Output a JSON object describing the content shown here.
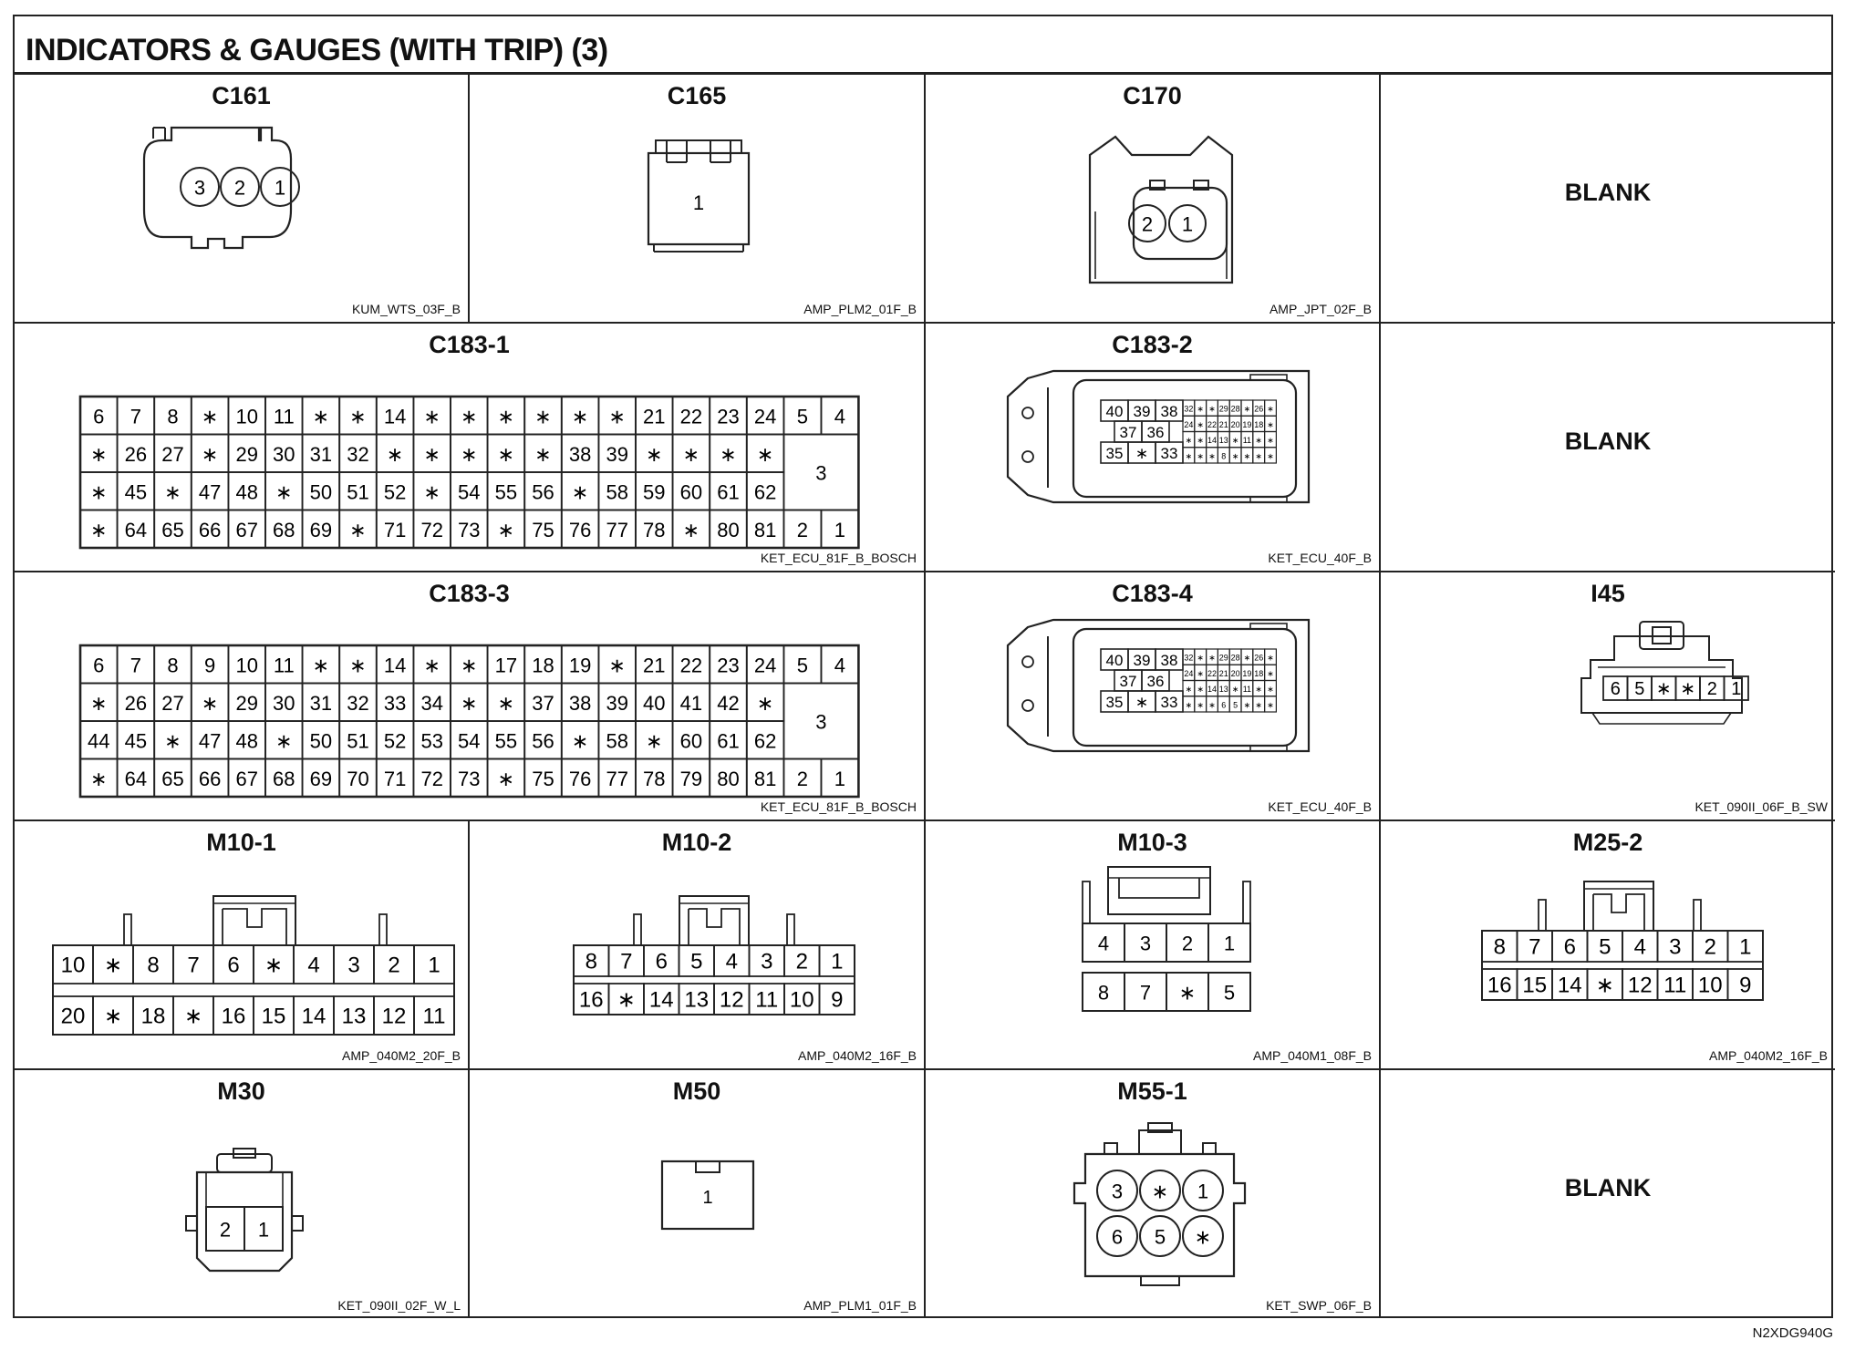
{
  "title": "INDICATORS & GAUGES (WITH TRIP) (3)",
  "footer_code": "N2XDG940G",
  "connectors": {
    "C161": {
      "name": "C161",
      "code": "KUM_WTS_03F_B",
      "pins": [
        "3",
        "2",
        "1"
      ]
    },
    "C165": {
      "name": "C165",
      "code": "AMP_PLM2_01F_B",
      "pins": [
        "1"
      ]
    },
    "C170": {
      "name": "C170",
      "code": "AMP_JPT_02F_B",
      "pins": [
        "2",
        "1"
      ]
    },
    "C183_1": {
      "name": "C183-1",
      "code": "KET_ECU_81F_B_BOSCH",
      "rows": [
        [
          "6",
          "7",
          "8",
          "*",
          "10",
          "11",
          "*",
          "*",
          "14",
          "*",
          "*",
          "*",
          "*",
          "*",
          "*",
          "21",
          "22",
          "23",
          "24"
        ],
        [
          "*",
          "26",
          "27",
          "*",
          "29",
          "30",
          "31",
          "32",
          "*",
          "*",
          "*",
          "*",
          "*",
          "38",
          "39",
          "*",
          "*",
          "*",
          "*"
        ],
        [
          "*",
          "45",
          "*",
          "47",
          "48",
          "*",
          "50",
          "51",
          "52",
          "*",
          "54",
          "55",
          "56",
          "*",
          "58",
          "59",
          "60",
          "61",
          "62"
        ],
        [
          "*",
          "64",
          "65",
          "66",
          "67",
          "68",
          "69",
          "*",
          "71",
          "72",
          "73",
          "*",
          "75",
          "76",
          "77",
          "78",
          "*",
          "80",
          "81"
        ]
      ],
      "side": {
        "top": [
          "5",
          "4"
        ],
        "mid": "3",
        "bottom": [
          "2",
          "1"
        ]
      }
    },
    "C183_2": {
      "name": "C183-2",
      "code": "KET_ECU_40F_B",
      "big": [
        [
          "40",
          "39",
          "38"
        ],
        [
          "37",
          "36"
        ],
        [
          "35",
          "*",
          "33"
        ]
      ],
      "small": [
        [
          "32",
          "*",
          "*",
          "29",
          "28",
          "*",
          "26",
          "*"
        ],
        [
          "24",
          "*",
          "22",
          "21",
          "20",
          "19",
          "18",
          "*"
        ],
        [
          "*",
          "*",
          "14",
          "13",
          "*",
          "11",
          "*",
          "*"
        ],
        [
          "*",
          "*",
          "*",
          "8",
          "*",
          "*",
          "*",
          "*"
        ]
      ]
    },
    "C183_3": {
      "name": "C183-3",
      "code": "KET_ECU_81F_B_BOSCH",
      "rows": [
        [
          "6",
          "7",
          "8",
          "9",
          "10",
          "11",
          "*",
          "*",
          "14",
          "*",
          "*",
          "17",
          "18",
          "19",
          "*",
          "21",
          "22",
          "23",
          "24"
        ],
        [
          "*",
          "26",
          "27",
          "*",
          "29",
          "30",
          "31",
          "32",
          "33",
          "34",
          "*",
          "*",
          "37",
          "38",
          "39",
          "40",
          "41",
          "42",
          "*"
        ],
        [
          "44",
          "45",
          "*",
          "47",
          "48",
          "*",
          "50",
          "51",
          "52",
          "53",
          "54",
          "55",
          "56",
          "*",
          "58",
          "*",
          "60",
          "61",
          "62"
        ],
        [
          "*",
          "64",
          "65",
          "66",
          "67",
          "68",
          "69",
          "70",
          "71",
          "72",
          "73",
          "*",
          "75",
          "76",
          "77",
          "78",
          "79",
          "80",
          "81"
        ]
      ],
      "side": {
        "top": [
          "5",
          "4"
        ],
        "mid": "3",
        "bottom": [
          "2",
          "1"
        ]
      }
    },
    "C183_4": {
      "name": "C183-4",
      "code": "KET_ECU_40F_B",
      "big": [
        [
          "40",
          "39",
          "38"
        ],
        [
          "37",
          "36"
        ],
        [
          "35",
          "*",
          "33"
        ]
      ],
      "small": [
        [
          "32",
          "*",
          "*",
          "29",
          "28",
          "*",
          "26",
          "*"
        ],
        [
          "24",
          "*",
          "22",
          "21",
          "20",
          "19",
          "18",
          "*"
        ],
        [
          "*",
          "*",
          "14",
          "13",
          "*",
          "11",
          "*",
          "*"
        ],
        [
          "*",
          "*",
          "*",
          "6",
          "5",
          "*",
          "*",
          "*"
        ]
      ]
    },
    "I45": {
      "name": "I45",
      "code": "KET_090II_06F_B_SW",
      "pins": [
        "6",
        "5",
        "*",
        "*",
        "2",
        "1"
      ]
    },
    "M10_1": {
      "name": "M10-1",
      "code": "AMP_040M2_20F_B",
      "rows": [
        [
          "10",
          "*",
          "8",
          "7",
          "6",
          "*",
          "4",
          "3",
          "2",
          "1"
        ],
        [
          "20",
          "*",
          "18",
          "*",
          "16",
          "15",
          "14",
          "13",
          "12",
          "11"
        ]
      ]
    },
    "M10_2": {
      "name": "M10-2",
      "code": "AMP_040M2_16F_B",
      "rows": [
        [
          "8",
          "7",
          "6",
          "5",
          "4",
          "3",
          "2",
          "1"
        ],
        [
          "16",
          "*",
          "14",
          "13",
          "12",
          "11",
          "10",
          "9"
        ]
      ]
    },
    "M10_3": {
      "name": "M10-3",
      "code": "AMP_040M1_08F_B",
      "rows": [
        [
          "4",
          "3",
          "2",
          "1"
        ],
        [
          "8",
          "7",
          "*",
          "5"
        ]
      ]
    },
    "M25_2": {
      "name": "M25-2",
      "code": "AMP_040M2_16F_B",
      "rows": [
        [
          "8",
          "7",
          "6",
          "5",
          "4",
          "3",
          "2",
          "1"
        ],
        [
          "16",
          "15",
          "14",
          "*",
          "12",
          "11",
          "10",
          "9"
        ]
      ]
    },
    "M30": {
      "name": "M30",
      "code": "KET_090II_02F_W_L",
      "pins": [
        "2",
        "1"
      ]
    },
    "M50": {
      "name": "M50",
      "code": "AMP_PLM1_01F_B",
      "pins": [
        "1"
      ]
    },
    "M55_1": {
      "name": "M55-1",
      "code": "KET_SWP_06F_B",
      "rows": [
        [
          "3",
          "*",
          "1"
        ],
        [
          "6",
          "5",
          "*"
        ]
      ]
    }
  },
  "blank_label": "BLANK"
}
